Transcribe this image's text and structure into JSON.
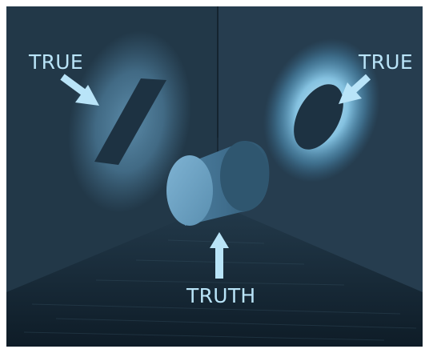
{
  "labels": {
    "left": "TRUE",
    "right": "TRUE",
    "bottom": "TRUTH"
  },
  "colors": {
    "wall_left": "#223848",
    "wall_right": "#263d4f",
    "floor": "#152633",
    "glow": "#7fc8ec",
    "label_text": "#b9e4f8",
    "arrow": "#b9e4f8",
    "cylinder": "#5f93b4"
  }
}
